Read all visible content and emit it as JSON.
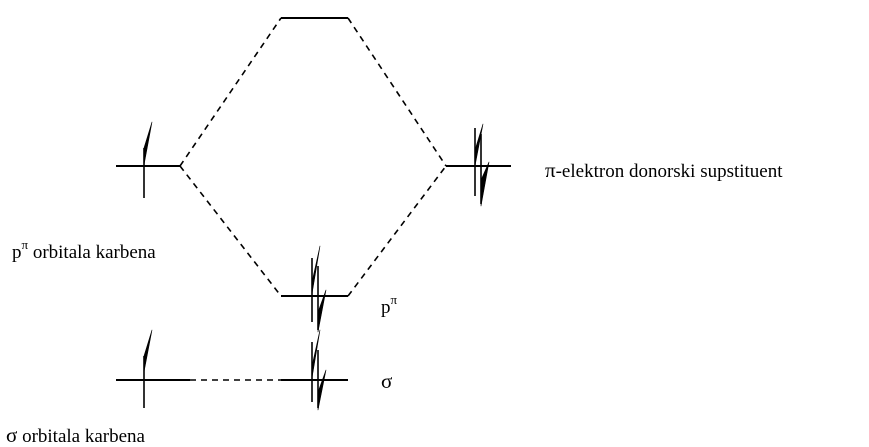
{
  "labels": {
    "carbene_p": {
      "base": "p",
      "sup": "π",
      "rest": " orbitala karbena"
    },
    "carbene_sigma": {
      "greek": "σ",
      "rest": " orbitala karbena"
    },
    "donor": {
      "greek": "π",
      "rest": "-elektron donorski supstituent"
    },
    "mo_p": {
      "base": "p",
      "sup": "π"
    },
    "mo_sigma": "σ"
  }
}
